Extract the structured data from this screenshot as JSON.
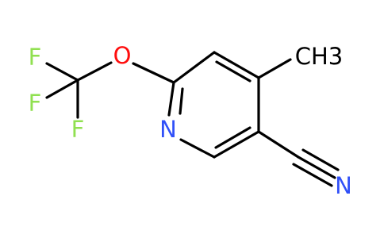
{
  "molecule": {
    "atoms": {
      "f1": {
        "label": "F",
        "color": "#90e050"
      },
      "f2": {
        "label": "F",
        "color": "#90e050"
      },
      "f3": {
        "label": "F",
        "color": "#90e050"
      },
      "o": {
        "label": "O",
        "color": "#ff0d0d"
      },
      "n_ring": {
        "label": "N",
        "color": "#3050f8"
      },
      "ch3": {
        "label": "CH3",
        "color": "#000000"
      },
      "n_nitrile": {
        "label": "N",
        "color": "#3050f8"
      }
    },
    "bond_color": "#000000"
  }
}
